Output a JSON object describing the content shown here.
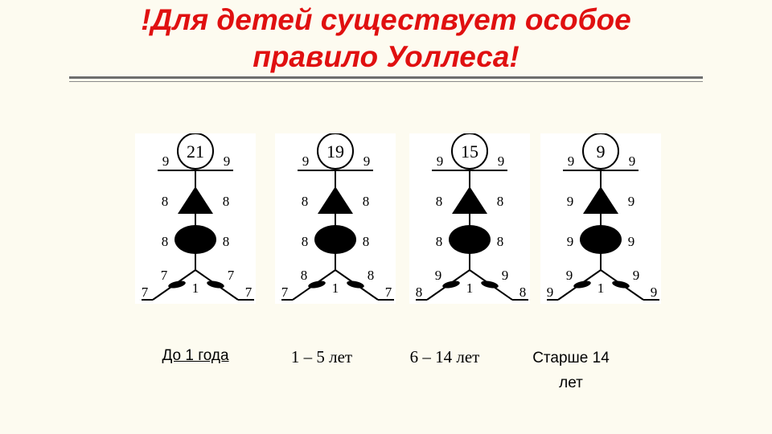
{
  "title": {
    "line1": "!Для детей существует особое",
    "line2": "правило Уоллеса!"
  },
  "figures": [
    {
      "head": "21",
      "arm_left": "9",
      "arm_right": "9",
      "chest_left": "8",
      "chest_right": "8",
      "abdomen_left": "8",
      "abdomen_right": "8",
      "thigh_left": "7",
      "thigh_right": "7",
      "perineum": "1",
      "leg_left": "7",
      "leg_right": "7"
    },
    {
      "head": "19",
      "arm_left": "9",
      "arm_right": "9",
      "chest_left": "8",
      "chest_right": "8",
      "abdomen_left": "8",
      "abdomen_right": "8",
      "thigh_left": "8",
      "thigh_right": "8",
      "perineum": "1",
      "leg_left": "7",
      "leg_right": "7"
    },
    {
      "head": "15",
      "arm_left": "9",
      "arm_right": "9",
      "chest_left": "8",
      "chest_right": "8",
      "abdomen_left": "8",
      "abdomen_right": "8",
      "thigh_left": "9",
      "thigh_right": "9",
      "perineum": "1",
      "leg_left": "8",
      "leg_right": "8"
    },
    {
      "head": "9",
      "arm_left": "9",
      "arm_right": "9",
      "chest_left": "9",
      "chest_right": "9",
      "abdomen_left": "9",
      "abdomen_right": "9",
      "thigh_left": "9",
      "thigh_right": "9",
      "perineum": "1",
      "leg_left": "9",
      "leg_right": "9"
    }
  ],
  "captions": {
    "age1": "До 1 года",
    "age2": "1 – 5 лет",
    "age3": "6 – 14 лет",
    "age4_line1": "Старше 14",
    "age4_line2": "лет"
  },
  "colors": {
    "title": "#e01010",
    "background": "#fdfbf0",
    "figure": "#000000"
  }
}
